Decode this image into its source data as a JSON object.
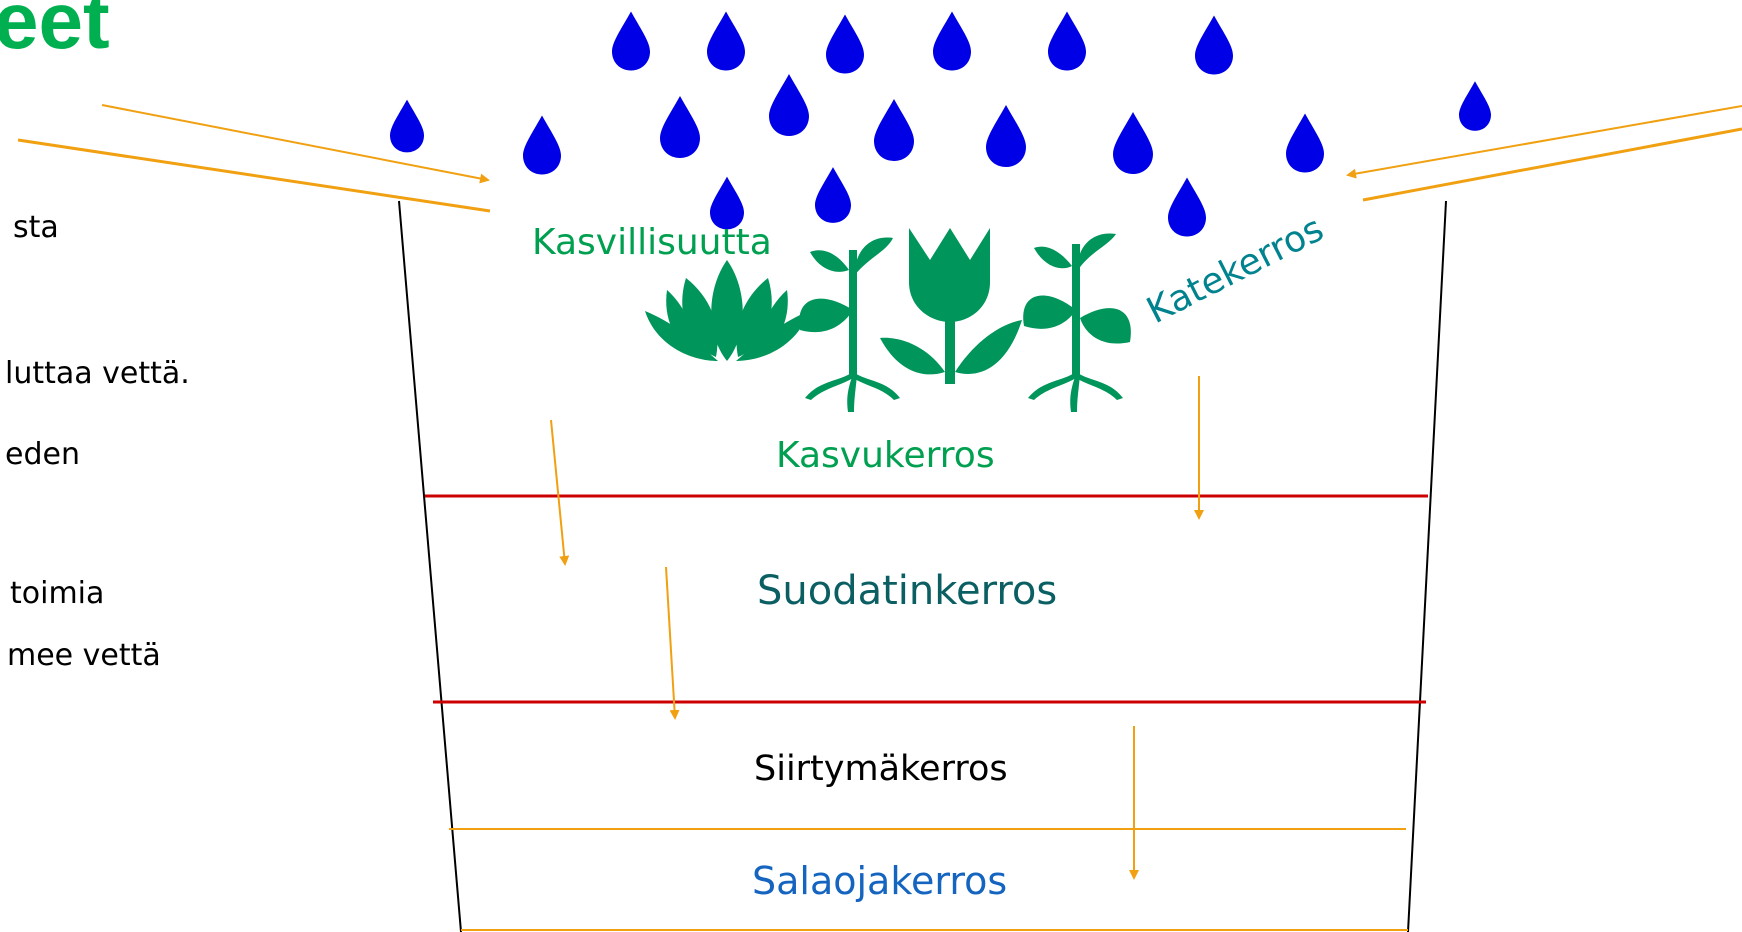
{
  "title": "eet",
  "body_lines": [
    "sta",
    "luttaa vettä.",
    "eden",
    "toimia",
    "mee vettä"
  ],
  "labels": {
    "vegetation": "Kasvillisuutta",
    "mulch": "Katekerros",
    "growing": "Kasvukerros",
    "filter": "Suodatinkerros",
    "transition": "Siirtymäkerros",
    "drainage": "Salaojakerros"
  },
  "colors": {
    "title": "#00b050",
    "vegetation_label": "#00a050",
    "plant": "#00955a",
    "mulch_label": "#00838f",
    "growing_label": "#00a050",
    "filter_label": "#0b5f63",
    "transition_label": "#000000",
    "drainage_label": "#1565c0",
    "raindrop": "#0000e6",
    "arrow": "#f0a010",
    "boundary_red": "#cc0000",
    "boundary_orange": "#f0a010",
    "container": "#000000"
  },
  "icons": [
    "raindrop-icon",
    "plant-icon"
  ]
}
